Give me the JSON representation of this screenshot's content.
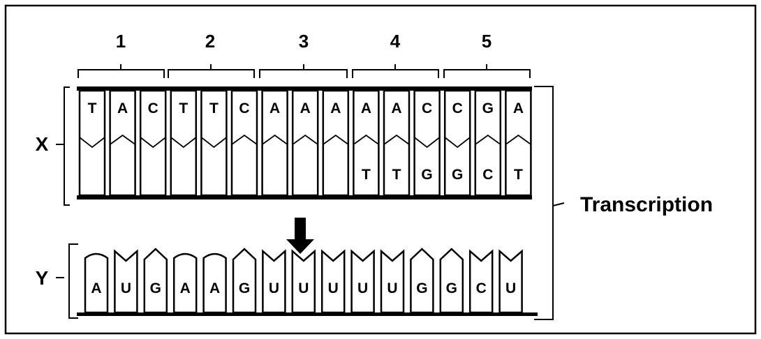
{
  "codon_numbers": [
    "1",
    "2",
    "3",
    "4",
    "5"
  ],
  "labels": {
    "dna": "X",
    "rna": "Y",
    "process": "Transcription"
  },
  "dna_top": [
    "T",
    "A",
    "C",
    "T",
    "T",
    "C",
    "A",
    "A",
    "A",
    "A",
    "A",
    "C",
    "C",
    "G",
    "A"
  ],
  "dna_top_shape": [
    "down",
    "up",
    "down",
    "down",
    "down",
    "up",
    "up",
    "up",
    "up",
    "up",
    "up",
    "down",
    "down",
    "up",
    "up"
  ],
  "dna_bottom": [
    "",
    "",
    "",
    "",
    "",
    "",
    "",
    "",
    "",
    "T",
    "T",
    "G",
    "G",
    "C",
    "T"
  ],
  "rna": [
    "A",
    "U",
    "G",
    "A",
    "A",
    "G",
    "U",
    "U",
    "U",
    "U",
    "U",
    "G",
    "G",
    "C",
    "U"
  ],
  "rna_shape": [
    "flat",
    "v",
    "peak",
    "flat",
    "flat",
    "peak",
    "v",
    "v",
    "v",
    "v",
    "v",
    "peak",
    "peak",
    "v",
    "v"
  ],
  "colors": {
    "ink": "#000000",
    "background": "#ffffff"
  }
}
